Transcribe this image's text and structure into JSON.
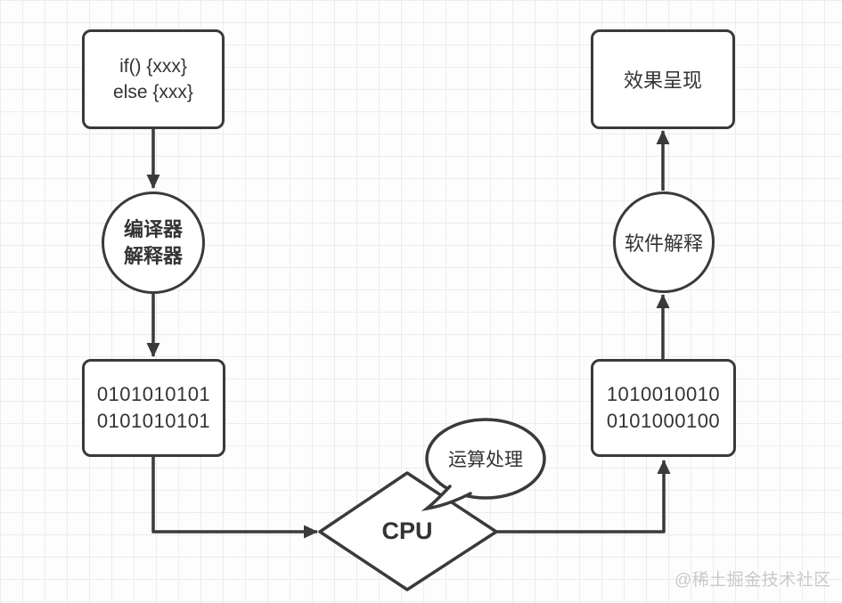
{
  "colors": {
    "stroke": "#3a3a3a",
    "text": "#333333",
    "grid": "#ececec",
    "background": "#fdfdfd",
    "watermark": "#c9c9c9"
  },
  "nodes": {
    "code_box": {
      "line1": "if() {xxx}",
      "line2": "else {xxx}"
    },
    "compiler_circle": {
      "line1": "编译器",
      "line2": "解释器"
    },
    "binary_left": {
      "line1": "0101010101",
      "line2": "0101010101"
    },
    "cpu_diamond": {
      "label": "CPU"
    },
    "speech_bubble": {
      "label": "运算处理"
    },
    "binary_right": {
      "line1": "1010010010",
      "line2": "0101000100"
    },
    "software_circle": {
      "label": "软件解释"
    },
    "result_box": {
      "label": "效果呈现"
    }
  },
  "watermark": {
    "text": "@稀土掘金技术社区"
  }
}
